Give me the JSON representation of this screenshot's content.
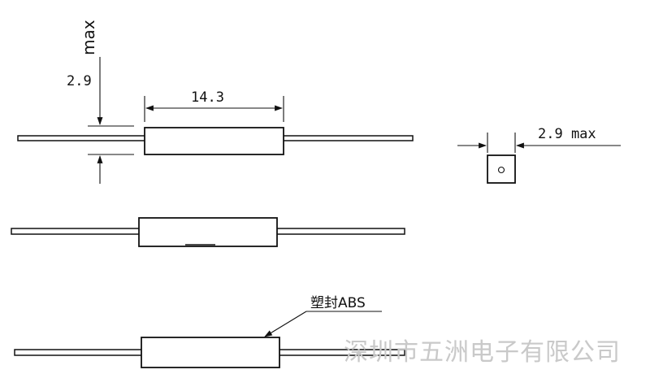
{
  "dimensions": {
    "body_length": "14.3",
    "height_value": "2.9",
    "height_suffix": "max",
    "end_view_width": "2.9 max"
  },
  "labels": {
    "material": "塑封ABS"
  },
  "watermark": "深圳市五洲电子有限公司"
}
